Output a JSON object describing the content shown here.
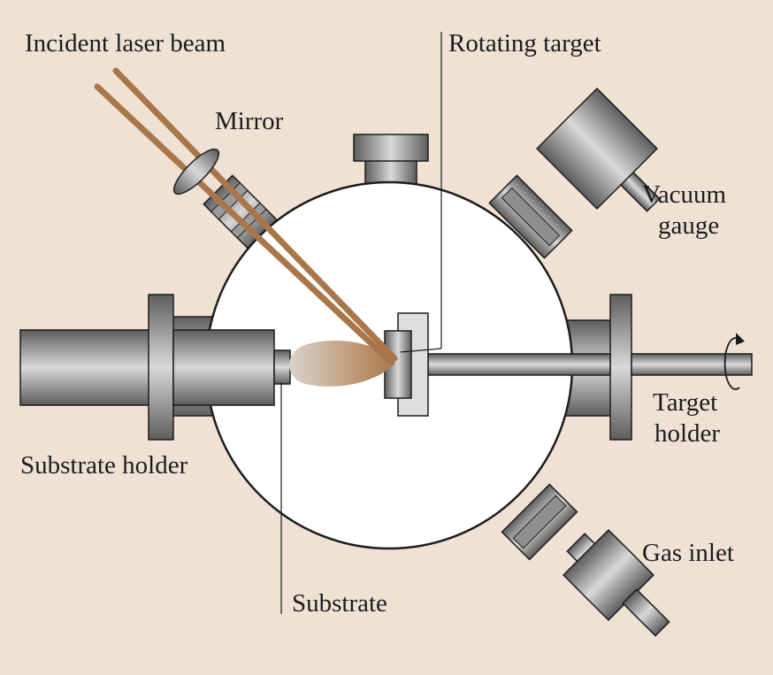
{
  "labels": {
    "incident_laser_beam": "Incident laser beam",
    "rotating_target": "Rotating target",
    "mirror": "Mirror",
    "vacuum_gauge_line1": "Vacuum",
    "vacuum_gauge_line2": "gauge",
    "target_holder_line1": "Target",
    "target_holder_line2": "holder",
    "substrate_holder": "Substrate holder",
    "gas_inlet": "Gas inlet",
    "substrate": "Substrate"
  },
  "colors": {
    "background": "#efe2d4",
    "chamber": "#ffffff",
    "laser_beam": "#a9764a",
    "metal_dark": "#5f5f5f",
    "metal_light": "#d7d7d7",
    "outline": "#1c1c1c"
  },
  "icons": {
    "rotation": "rotation-arrow-icon"
  }
}
